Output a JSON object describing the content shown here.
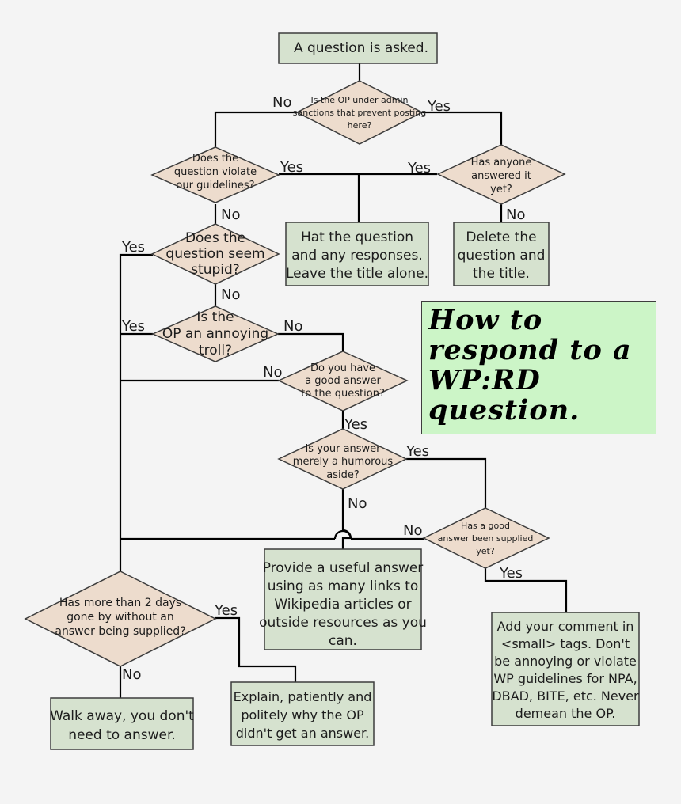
{
  "title": "How to respond to a WP:RD question.",
  "nodes": {
    "start": [
      "A question is asked."
    ],
    "admin_sanctions": [
      "Is the OP under admin",
      "sanctions that prevent posting",
      "here?"
    ],
    "violate_guidelines": [
      "Does the",
      "question violate",
      "our guidelines?"
    ],
    "anyone_answered": [
      "Has anyone",
      "answered it",
      "yet?"
    ],
    "hat_question": [
      "Hat the question",
      "and any responses.",
      "Leave the title alone."
    ],
    "delete_question": [
      "Delete the",
      "question and",
      "the title."
    ],
    "seem_stupid": [
      "Does the",
      "question seem",
      "stupid?"
    ],
    "annoying_troll": [
      "Is the",
      "OP an annoying",
      "troll?"
    ],
    "good_answer": [
      "Do you have",
      "a good answer",
      "to the question?"
    ],
    "humorous_aside": [
      "Is your answer",
      "merely a humorous",
      "aside?"
    ],
    "good_answer_supplied": [
      "Has a good",
      "answer been supplied",
      "yet?"
    ],
    "useful_answer": [
      "Provide a useful answer",
      "using as many links to",
      "Wikipedia articles or",
      "outside resources as you",
      "can."
    ],
    "two_days": [
      "Has more than 2 days",
      "gone by without an",
      "answer being supplied?"
    ],
    "add_comment": [
      "Add your comment in",
      "<small> tags.  Don't",
      "be annoying or violate",
      "WP guidelines for NPA,",
      "DBAD, BITE, etc. Never",
      "demean the OP."
    ],
    "walk_away": [
      "Walk away, you don't",
      "need to answer."
    ],
    "explain": [
      "Explain, patiently and",
      "politely why the OP",
      "didn't get an answer."
    ]
  },
  "edge_labels": {
    "yes": "Yes",
    "no": "No"
  }
}
